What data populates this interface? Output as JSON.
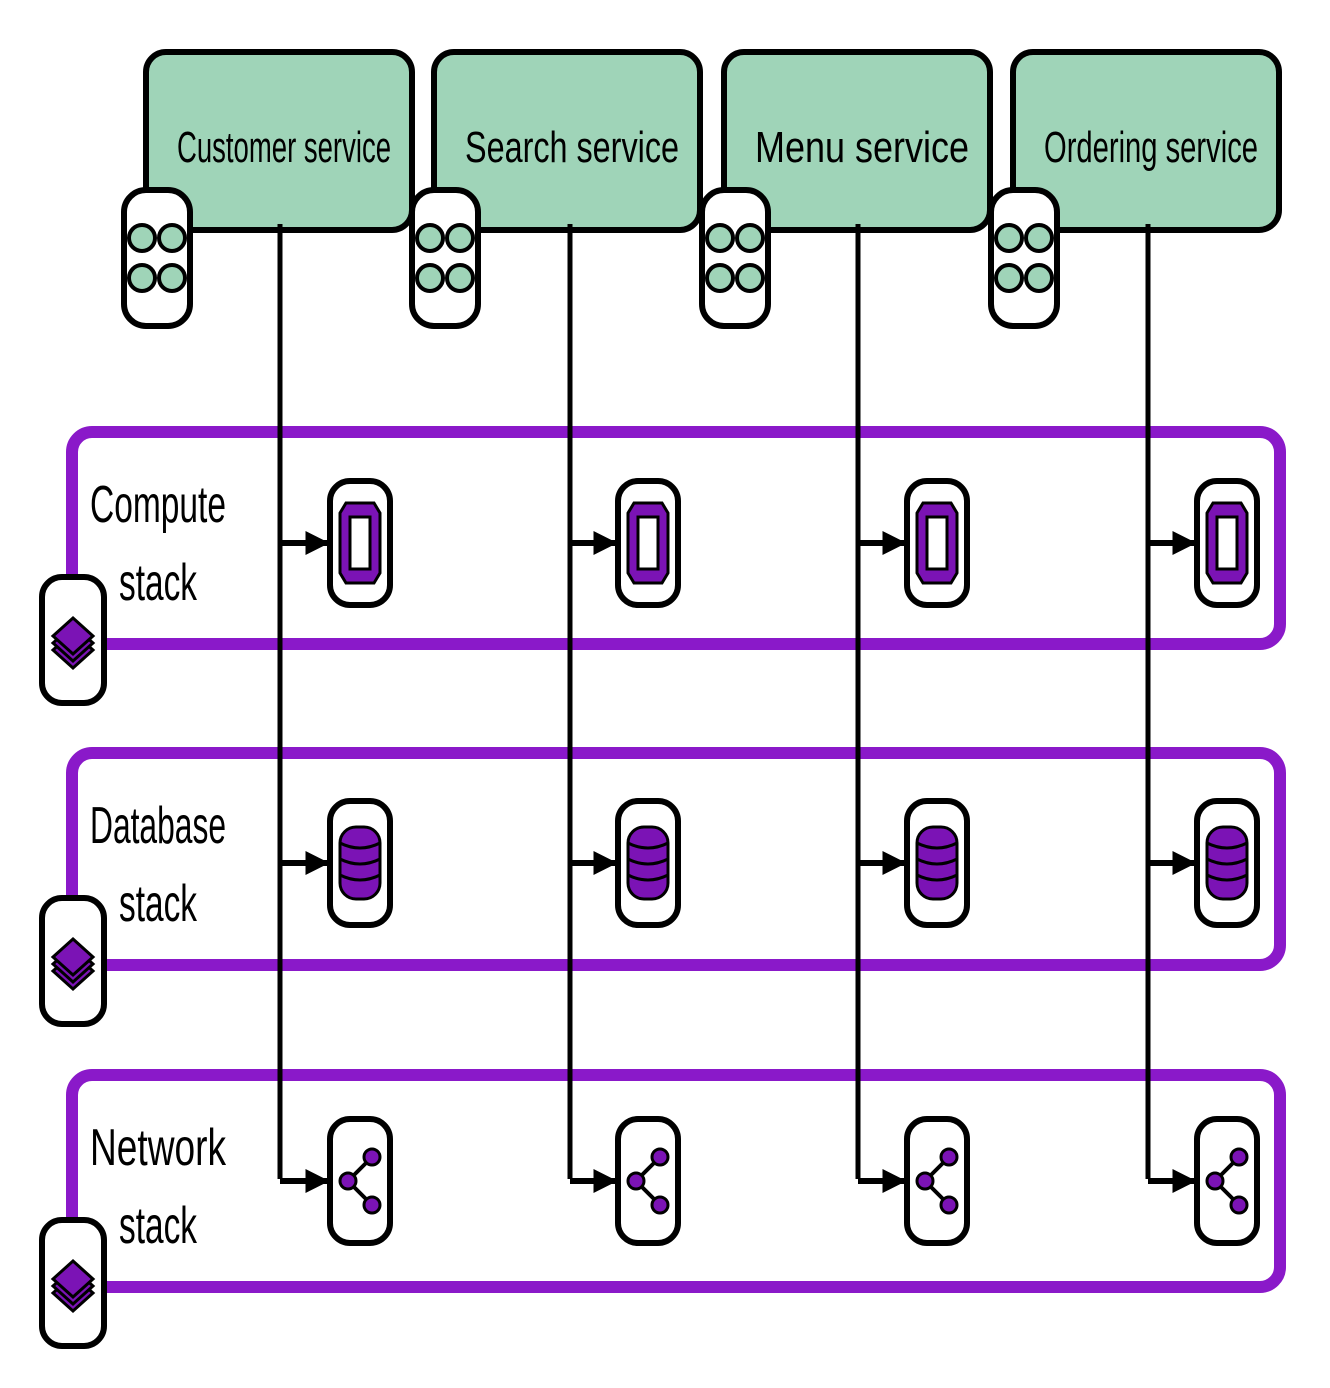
{
  "colors": {
    "service_fill": "#9fd4b8",
    "stack_border": "#8a19c9",
    "icon_purple": "#7b13b5",
    "line": "#000000",
    "background": "#ffffff"
  },
  "services": [
    {
      "name": "Customer service",
      "icon": "service-grid-icon"
    },
    {
      "name": "Search service",
      "icon": "service-grid-icon"
    },
    {
      "name": "Menu service",
      "icon": "service-grid-icon"
    },
    {
      "name": "Ordering service",
      "icon": "service-grid-icon"
    }
  ],
  "stacks": [
    {
      "line1": "Compute",
      "line2": "stack",
      "icon": "layers-icon",
      "resource_icon": "cpu-chip-icon"
    },
    {
      "line1": "Database",
      "line2": "stack",
      "icon": "layers-icon",
      "resource_icon": "database-icon"
    },
    {
      "line1": "Network",
      "line2": "stack",
      "icon": "layers-icon",
      "resource_icon": "network-share-icon"
    }
  ]
}
